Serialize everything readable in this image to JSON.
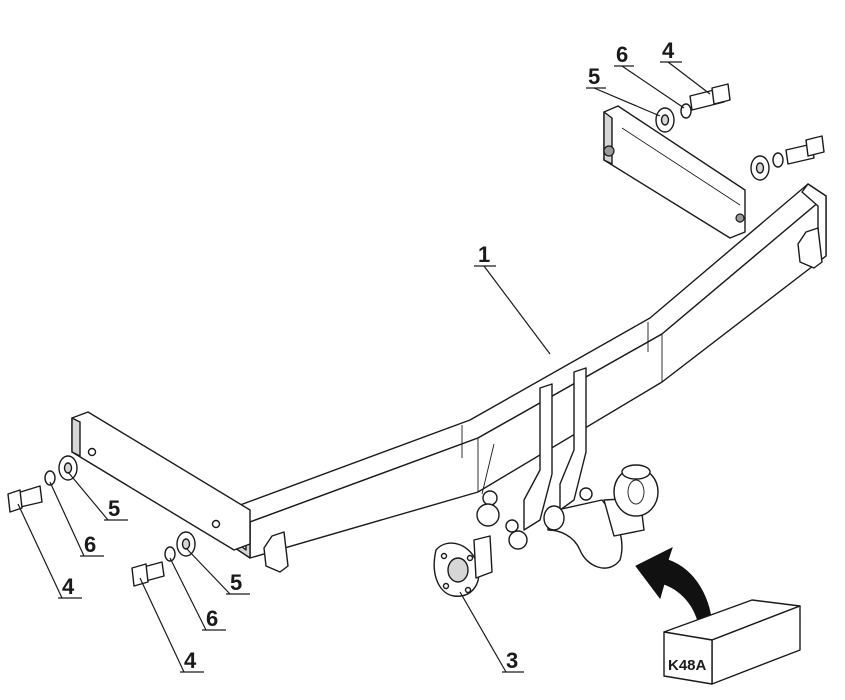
{
  "callouts": {
    "c1": "1",
    "c3": "3",
    "c4_top": "4",
    "c5_top": "5",
    "c6_top": "6",
    "c4_left_upper": "4",
    "c5_left_upper": "5",
    "c6_left_upper": "6",
    "c4_left_lower": "4",
    "c5_left_lower": "5",
    "c6_left_lower": "6"
  },
  "kit_box": {
    "label": "K48A"
  },
  "colors": {
    "line": "#1a1a1a",
    "shade": "#d6d6d6",
    "arrow": "#111111"
  }
}
